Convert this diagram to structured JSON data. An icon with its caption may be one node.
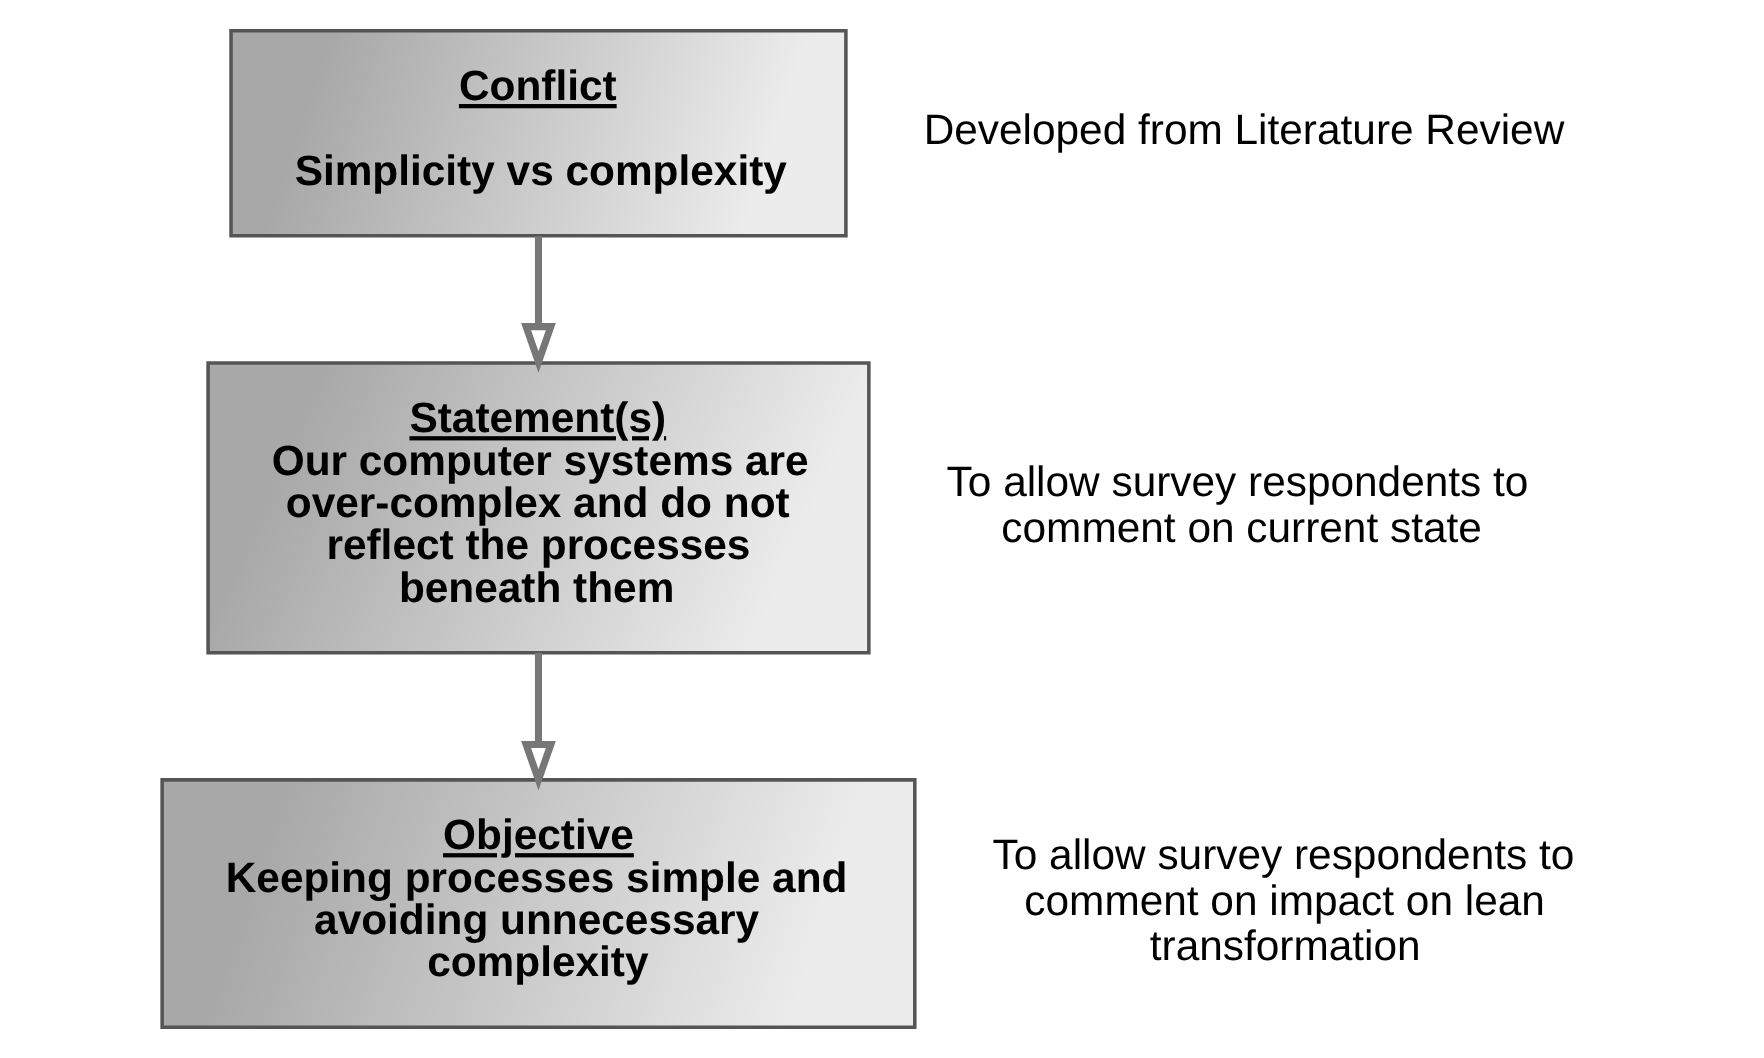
{
  "diagram": {
    "nodes": [
      {
        "text": [
          "Conflict",
          "Simplicity vs complexity"
        ],
        "beside": [
          "Developed from Literature Review"
        ]
      },
      {
        "text": [
          "Statement(s)",
          "Our computer systems are over-complex and do not reflect the processes beneath them"
        ],
        "beside": [
          "To allow survey respondents to comment on current state"
        ]
      },
      {
        "text": [
          "Objective",
          "Keeping processes simple and avoiding unnecessary complexity"
        ],
        "beside": [
          "To allow survey respondents to comment on impact on lean transformation"
        ]
      }
    ],
    "edges": [
      {
        "from": 0,
        "to": 1,
        "arrow": "to"
      },
      {
        "from": 1,
        "to": 2,
        "arrow": "to"
      }
    ]
  }
}
